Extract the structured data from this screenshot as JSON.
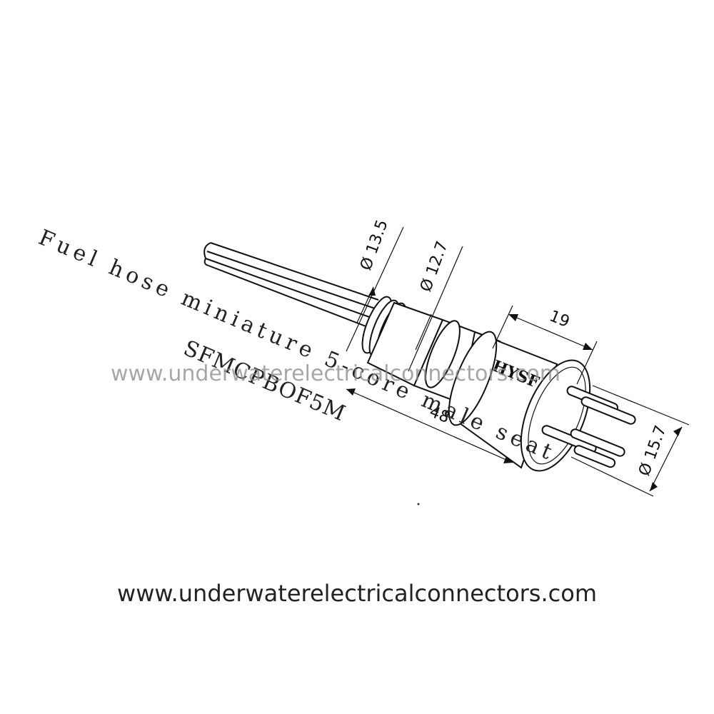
{
  "drawing": {
    "title": "Fuel hose miniature 5-core male seat",
    "part_number": "SFMCPBOF5M",
    "brand": "HYSF",
    "dimensions": {
      "dia_13_5": "Ø 13.5",
      "dia_12_7": "Ø 12.7",
      "len_19": "19",
      "len_48": "48",
      "dia_15_7": "Ø 15.7"
    }
  },
  "watermark": "www.underwaterelectricalconnectors.com",
  "footer": "www.underwaterelectricalconnectors.com"
}
